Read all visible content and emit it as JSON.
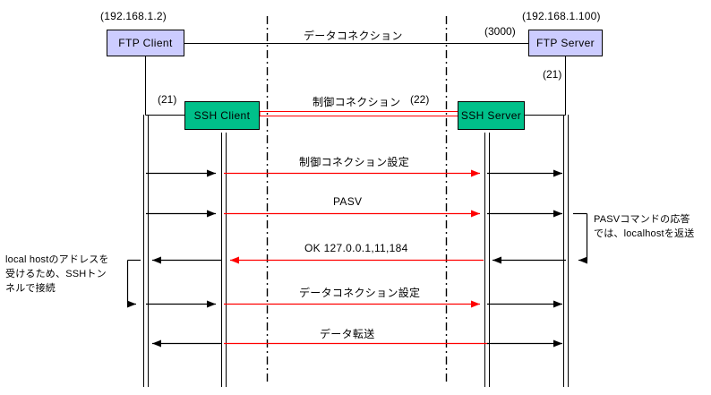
{
  "diagram": {
    "title": "FTP over SSH tunnel sequence diagram",
    "colors": {
      "ftp_node_fill": "#ccccff",
      "ssh_node_fill": "#00c08a",
      "tunnel_line": "#ff0000",
      "plain_line": "#000000",
      "background": "#ffffff"
    },
    "nodes": [
      {
        "id": "ftp-client",
        "label": "FTP Client",
        "address": "(192.168.1.2)",
        "fill": "#ccccff"
      },
      {
        "id": "ssh-client",
        "label": "SSH Client",
        "address": "",
        "fill": "#00c08a"
      },
      {
        "id": "ssh-server",
        "label": "SSH Server",
        "address": "",
        "fill": "#00c08a"
      },
      {
        "id": "ftp-server",
        "label": "FTP Server",
        "address": "(192.168.1.100)",
        "fill": "#ccccff"
      }
    ],
    "port_labels": [
      {
        "id": "port-ftp-client-data",
        "text": "(21)"
      },
      {
        "id": "port-ftp-server-data",
        "text": "(3000)"
      },
      {
        "id": "port-ftp-server-control",
        "text": "(21)"
      },
      {
        "id": "port-ssh-server",
        "text": "(22)"
      }
    ],
    "connections": [
      {
        "id": "data-connection",
        "label": "データコネクション"
      },
      {
        "id": "control-connection",
        "label": "制御コネクション"
      }
    ],
    "messages": [
      {
        "id": "msg-control-setup",
        "label": "制御コネクション設定",
        "direction": "right"
      },
      {
        "id": "msg-pasv",
        "label": "PASV",
        "direction": "right"
      },
      {
        "id": "msg-ok",
        "label": "OK 127.0.0.1,11,184",
        "direction": "left"
      },
      {
        "id": "msg-data-setup",
        "label": "データコネクション設定",
        "direction": "right"
      },
      {
        "id": "msg-data-transfer",
        "label": "データ転送",
        "direction": "both"
      }
    ],
    "notes": [
      {
        "id": "note-left",
        "lines": [
          "local hostのアドレスを",
          "受けるため、SSHトン",
          "ネルで接続"
        ]
      },
      {
        "id": "note-right",
        "lines": [
          "PASVコマンドの応答",
          "では、localhostを返送"
        ]
      }
    ]
  }
}
